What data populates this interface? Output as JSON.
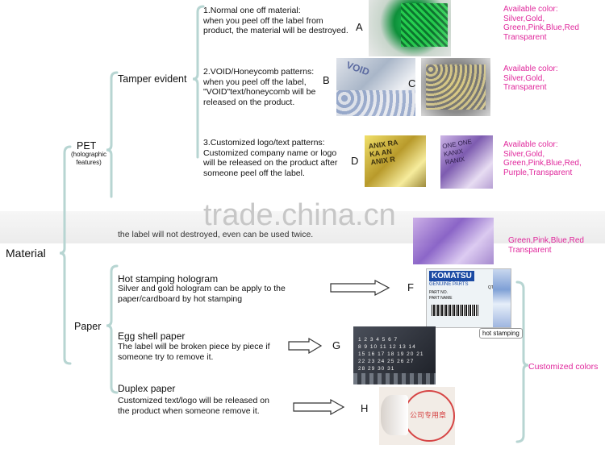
{
  "root": "Material",
  "pet": {
    "label": "PET",
    "sub": "(holographic\nfeatures)"
  },
  "tamper": "Tamper evident",
  "items": [
    {
      "text": "1.Normal one off material:\n when you peel off the label from\nproduct, the material will be destroyed.",
      "letters": [
        "A"
      ],
      "color": "Available color:\nSilver,Gold,\nGreen,Pink,Blue,Red\nTransparent"
    },
    {
      "text": "2.VOID/Honeycomb patterns:\nwhen you peel off the label,\n\"VOID\"text/honeycomb will be\nreleased on the product.",
      "letters": [
        "B",
        "C"
      ],
      "color": "Available color:\nSilver,Gold,\nTransparent"
    },
    {
      "text": "3.Customized logo/text patterns:\nCustomized company name or logo\nwill be released on the product after\nsomeone peel off the label.",
      "letters": [
        "D"
      ],
      "color": "Available color:\nSilver,Gold,\nGreen,Pink,Blue,Red,\nPurple,Transparent"
    }
  ],
  "partial": {
    "text": "the label will not destroyed, even can be used twice.",
    "color": "Green,Pink,Blue,Red\nTransparent"
  },
  "watermark": "trade.china.cn",
  "paper": {
    "label": "Paper"
  },
  "paper_items": [
    {
      "title": "Hot stamping hologram",
      "text": "    Silver and gold hologram can be apply to the\npaper/cardboard by hot stamping",
      "letter": "F"
    },
    {
      "title": "Egg shell paper",
      "text": "    The label will be broken piece by piece if\nsomeone try to remove it.",
      "letter": "G"
    },
    {
      "title": "Duplex paper",
      "text": "    Customized text/logo will be released on\nthe product when someone remove it.",
      "letter": "H"
    }
  ],
  "hot_stamping_tag": "hot stamping",
  "customized_colors": "Customized colors",
  "photo_text": {
    "d_text": "ANIX RA\nKA AN\nANIX R",
    "d_text2": "ONE ONE\nKANIX\nRANIX",
    "komatsu": "KOMATSU",
    "genuine": "GENUINE PARTS",
    "part_no": "PART NO.",
    "part_name": "PART NAME",
    "qty": "QTY",
    "calendar": "1 2 3 4 5 6 7\n8 9 10 11 12 13 14\n15 16 17 18 19 20 21\n22 23 24 25 26 27\n28 29 30 31",
    "void": "VOID",
    "seal": "公司专用章"
  },
  "colors": {
    "bracket": "#b7d5d2",
    "pink": "#e0289c"
  }
}
